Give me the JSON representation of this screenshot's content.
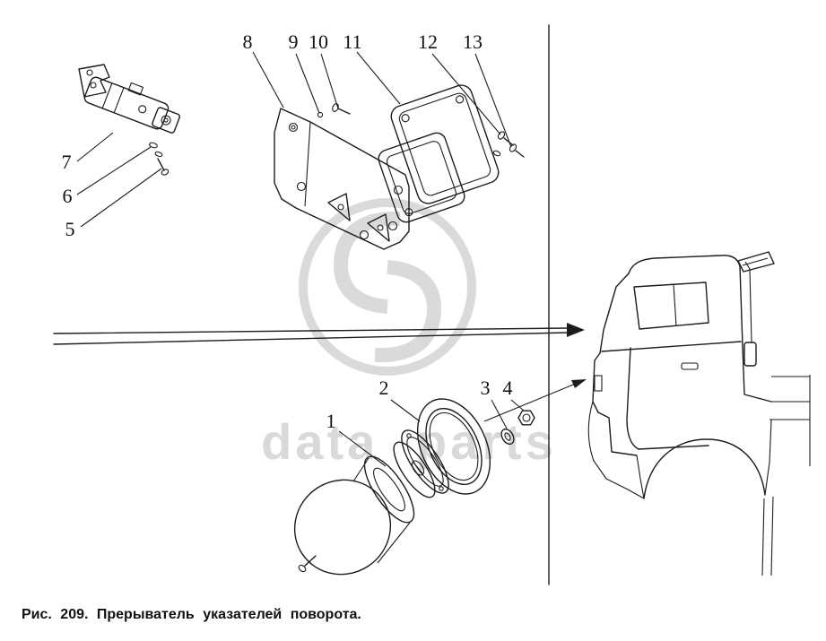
{
  "caption": "Рис. 209. Прерыватель указателей поворота.",
  "watermark": "data parts",
  "labels": [
    "1",
    "2",
    "3",
    "4",
    "5",
    "6",
    "7",
    "8",
    "9",
    "10",
    "11",
    "12",
    "13"
  ]
}
